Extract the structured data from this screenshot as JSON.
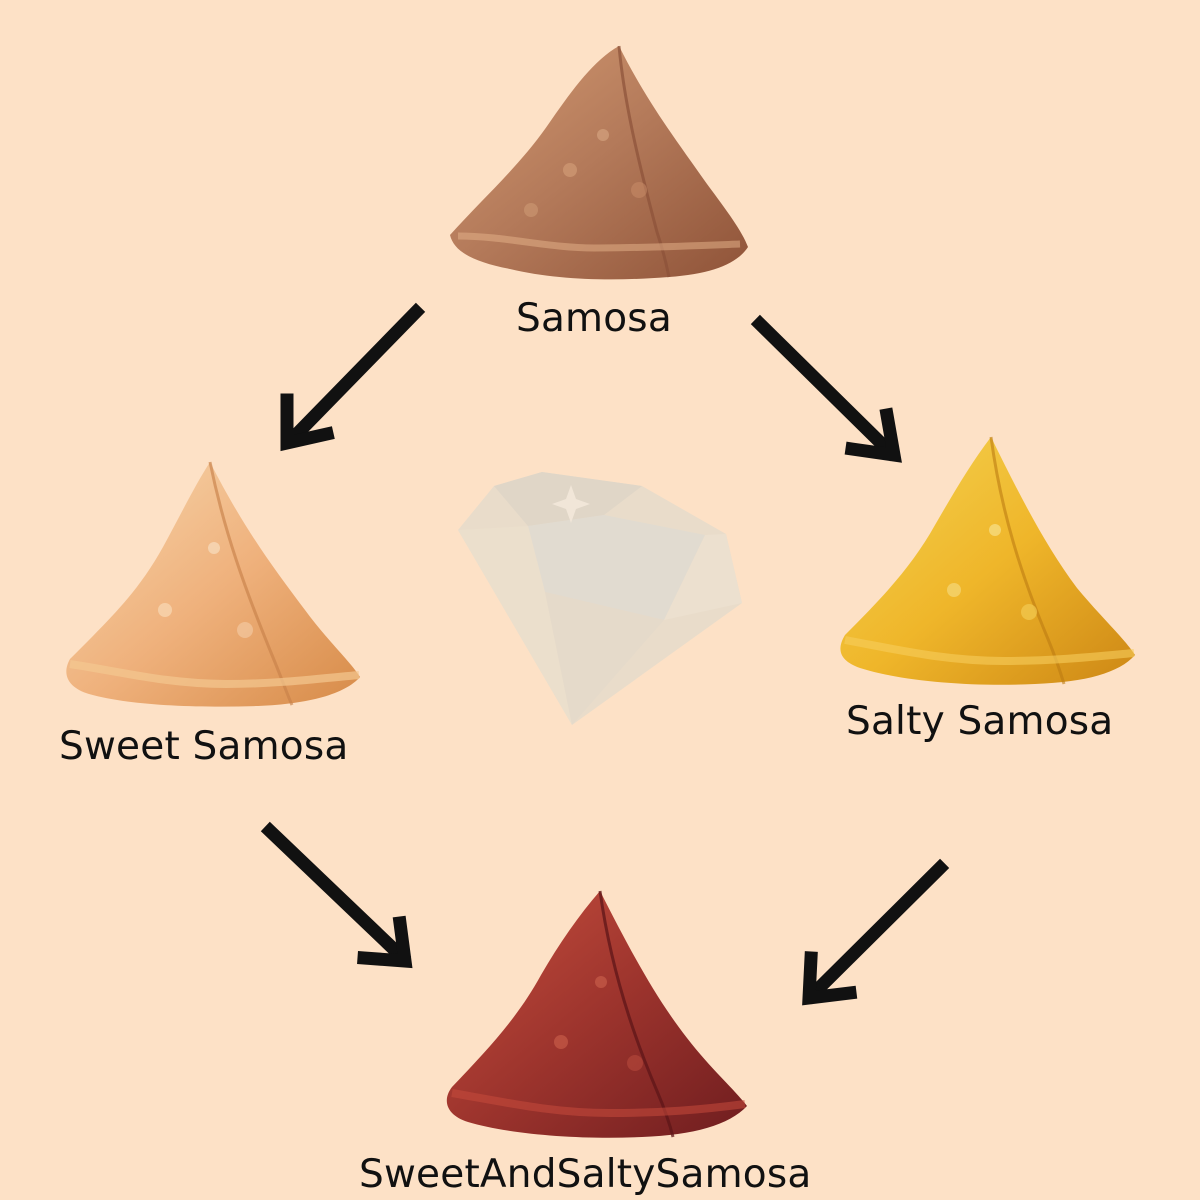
{
  "nodes": {
    "top": {
      "label": "Samosa"
    },
    "left": {
      "label": "Sweet Samosa"
    },
    "right": {
      "label": "Salty Samosa"
    },
    "bottom": {
      "label": "SweetAndSaltySamosa"
    }
  },
  "edges": [
    {
      "from": "Samosa",
      "to": "Sweet Samosa"
    },
    {
      "from": "Samosa",
      "to": "Salty Samosa"
    },
    {
      "from": "Sweet Samosa",
      "to": "SweetAndSaltySamosa"
    },
    {
      "from": "Salty Samosa",
      "to": "SweetAndSaltySamosa"
    }
  ],
  "colors": {
    "background": "#fde1c6",
    "arrow": "#111111",
    "samosa_plain": "#b9744f",
    "samosa_sweet": "#efb27c",
    "samosa_salty": "#efb62a",
    "samosa_sweet_salty": "#98312b",
    "watermark_gem": "#e7dccb"
  },
  "icons": {
    "watermark": "diamond-gem-icon"
  }
}
